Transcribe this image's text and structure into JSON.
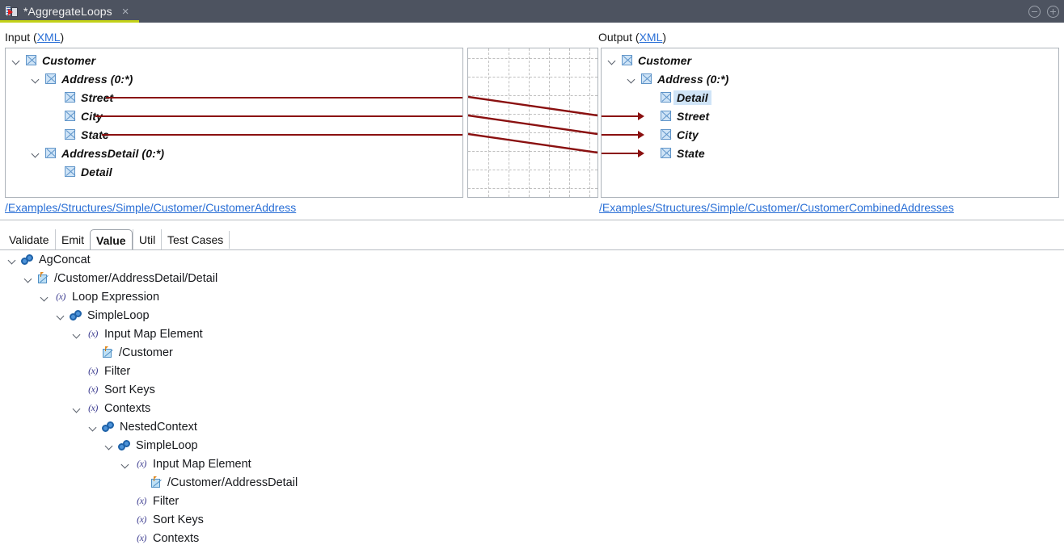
{
  "window": {
    "tab_title": "*AggregateLoops",
    "tab_close": "×",
    "tab_icon": "mapper-document-icon",
    "minimize_label": "minimize-button",
    "maximize_label": "maximize-button"
  },
  "mapper": {
    "input": {
      "caption": "Input",
      "caption_link": "XML",
      "path": "/Examples/Structures/Simple/Customer/CustomerAddress",
      "nodes": [
        {
          "label": "Customer",
          "depth": 0,
          "expanded": true,
          "selected": false,
          "mapped": false
        },
        {
          "label": "Address (0:*)",
          "depth": 1,
          "expanded": true,
          "selected": false,
          "mapped": false
        },
        {
          "label": "Street",
          "depth": 2,
          "expanded": null,
          "selected": false,
          "mapped": true
        },
        {
          "label": "City",
          "depth": 2,
          "expanded": null,
          "selected": false,
          "mapped": true
        },
        {
          "label": "State",
          "depth": 2,
          "expanded": null,
          "selected": false,
          "mapped": true
        },
        {
          "label": "AddressDetail (0:*)",
          "depth": 1,
          "expanded": true,
          "selected": false,
          "mapped": false
        },
        {
          "label": "Detail",
          "depth": 2,
          "expanded": null,
          "selected": false,
          "mapped": false
        }
      ]
    },
    "output": {
      "caption": "Output",
      "caption_link": "XML",
      "path": "/Examples/Structures/Simple/Customer/CustomerCombinedAddresses",
      "nodes": [
        {
          "label": "Customer",
          "depth": 0,
          "expanded": true,
          "selected": false,
          "mapped": false
        },
        {
          "label": "Address (0:*)",
          "depth": 1,
          "expanded": true,
          "selected": false,
          "mapped": false
        },
        {
          "label": "Detail",
          "depth": 2,
          "expanded": null,
          "selected": true,
          "mapped": false
        },
        {
          "label": "Street",
          "depth": 2,
          "expanded": null,
          "selected": false,
          "mapped": true
        },
        {
          "label": "City",
          "depth": 2,
          "expanded": null,
          "selected": false,
          "mapped": true
        },
        {
          "label": "State",
          "depth": 2,
          "expanded": null,
          "selected": false,
          "mapped": true
        }
      ]
    },
    "links": [
      {
        "from": "Street",
        "to": "Street"
      },
      {
        "from": "City",
        "to": "City"
      },
      {
        "from": "State",
        "to": "State"
      }
    ],
    "link_color": "#8a1010",
    "grid_color": "#bfbfbf"
  },
  "property_tabs": [
    {
      "label": "Validate",
      "active": false
    },
    {
      "label": "Emit",
      "active": false
    },
    {
      "label": "Value",
      "active": true
    },
    {
      "label": "Util",
      "active": false
    },
    {
      "label": "Test Cases",
      "active": false
    }
  ],
  "value_tree": [
    {
      "label": "AgConcat",
      "depth": 0,
      "icon": "chain-icon",
      "expanded": true
    },
    {
      "label": "/Customer/AddressDetail/Detail",
      "depth": 1,
      "icon": "path-icon",
      "expanded": true
    },
    {
      "label": "Loop Expression",
      "depth": 2,
      "icon": "expression-icon",
      "expanded": true
    },
    {
      "label": "SimpleLoop",
      "depth": 3,
      "icon": "chain-icon",
      "expanded": true
    },
    {
      "label": "Input Map Element",
      "depth": 4,
      "icon": "expression-icon",
      "expanded": true
    },
    {
      "label": "/Customer",
      "depth": 5,
      "icon": "path-icon",
      "expanded": false
    },
    {
      "label": "Filter",
      "depth": 4,
      "icon": "expression-icon",
      "expanded": false
    },
    {
      "label": "Sort Keys",
      "depth": 4,
      "icon": "expression-icon",
      "expanded": false
    },
    {
      "label": "Contexts",
      "depth": 4,
      "icon": "expression-icon",
      "expanded": true
    },
    {
      "label": "NestedContext",
      "depth": 5,
      "icon": "chain-icon",
      "expanded": true
    },
    {
      "label": "SimpleLoop",
      "depth": 6,
      "icon": "chain-icon",
      "expanded": true
    },
    {
      "label": "Input Map Element",
      "depth": 7,
      "icon": "expression-icon",
      "expanded": true
    },
    {
      "label": "/Customer/AddressDetail",
      "depth": 8,
      "icon": "path-icon",
      "expanded": false
    },
    {
      "label": "Filter",
      "depth": 7,
      "icon": "expression-icon",
      "expanded": false
    },
    {
      "label": "Sort Keys",
      "depth": 7,
      "icon": "expression-icon",
      "expanded": false
    },
    {
      "label": "Contexts",
      "depth": 7,
      "icon": "expression-icon",
      "expanded": false
    }
  ],
  "icon_glyphs": {
    "expression": "(x)"
  },
  "colors": {
    "titlebar": "#4d5360",
    "tab_accent": "#c3d118",
    "link": "#2a6fd6",
    "mapping_line": "#8a1010",
    "selection": "#cfe4f7"
  }
}
